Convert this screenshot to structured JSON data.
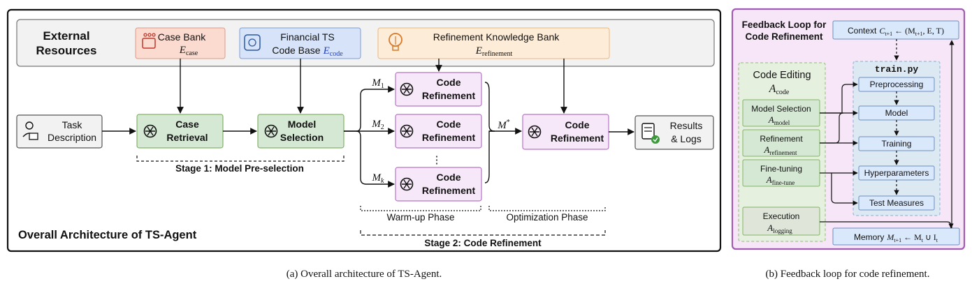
{
  "left_panel": {
    "title": "Overall Architecture of TS-Agent",
    "caption": "(a)  Overall architecture of TS-Agent.",
    "external_resources": {
      "title_line1": "External",
      "title_line2": "Resources",
      "case_bank": {
        "line1": "Case Bank",
        "symbol": "E",
        "sub": "case"
      },
      "code_base": {
        "line1": "Financial TS",
        "line2": "Code Base",
        "symbol": "E",
        "sub": "code"
      },
      "knowledge_bank": {
        "line1": "Refinement Knowledge Bank",
        "symbol": "E",
        "sub": "refinement"
      }
    },
    "task": {
      "line1": "Task",
      "line2": "Description"
    },
    "case_retrieval": {
      "line1": "Case",
      "line2": "Retrieval"
    },
    "model_selection": {
      "line1": "Model",
      "line2": "Selection"
    },
    "refinement_boxes": [
      {
        "line1": "Code",
        "line2": "Refinement",
        "model": "M",
        "sub": "1"
      },
      {
        "line1": "Code",
        "line2": "Refinement",
        "model": "M",
        "sub": "2"
      },
      {
        "line1": "Code",
        "line2": "Refinement",
        "model": "M",
        "sub": "k"
      }
    ],
    "final_refinement": {
      "line1": "Code",
      "line2": "Refinement",
      "model": "M",
      "sup": "*"
    },
    "results": {
      "line1": "Results",
      "line2": "& Logs"
    },
    "stage1": "Stage 1: Model Pre-selection",
    "warmup": "Warm-up Phase",
    "optimization": "Optimization Phase",
    "stage2": "Stage 2: Code Refinement",
    "dots": "⋮"
  },
  "right_panel": {
    "title_line1": "Feedback Loop for",
    "title_line2": "Code Refinement",
    "caption": "(b)  Feedback loop for code refinement.",
    "context": {
      "label": "Context",
      "formula": "C",
      "sub": "t+1",
      "rhs": " ← (M",
      "rhs_sub": "t+1",
      "rhs_tail": ", E, T)"
    },
    "code_editing": {
      "line1": "Code Editing",
      "symbol": "A",
      "sub": "code"
    },
    "agents": [
      {
        "label": "Model Selection",
        "symbol": "A",
        "sub": "model",
        "color": "#b22222"
      },
      {
        "label": "Refinement",
        "symbol": "A",
        "sub": "refinement",
        "color": "#e08a1e"
      },
      {
        "label": "Fine-tuning",
        "symbol": "A",
        "sub": "fine-tune",
        "color": "#d6336c"
      },
      {
        "label": "Execution",
        "symbol": "A",
        "sub": "logging",
        "color": "#777777"
      }
    ],
    "train_file": "train.py",
    "train_steps": [
      "Preprocessing",
      "Model",
      "Training",
      "Hyperparameters",
      "Test Measures"
    ],
    "memory": {
      "label": "Memory",
      "formula": "M",
      "sub": "t+1",
      "rhs": " ← M",
      "rhs_sub": "t",
      "rhs_tail": " ∪ I",
      "tail_sub": "t"
    }
  }
}
